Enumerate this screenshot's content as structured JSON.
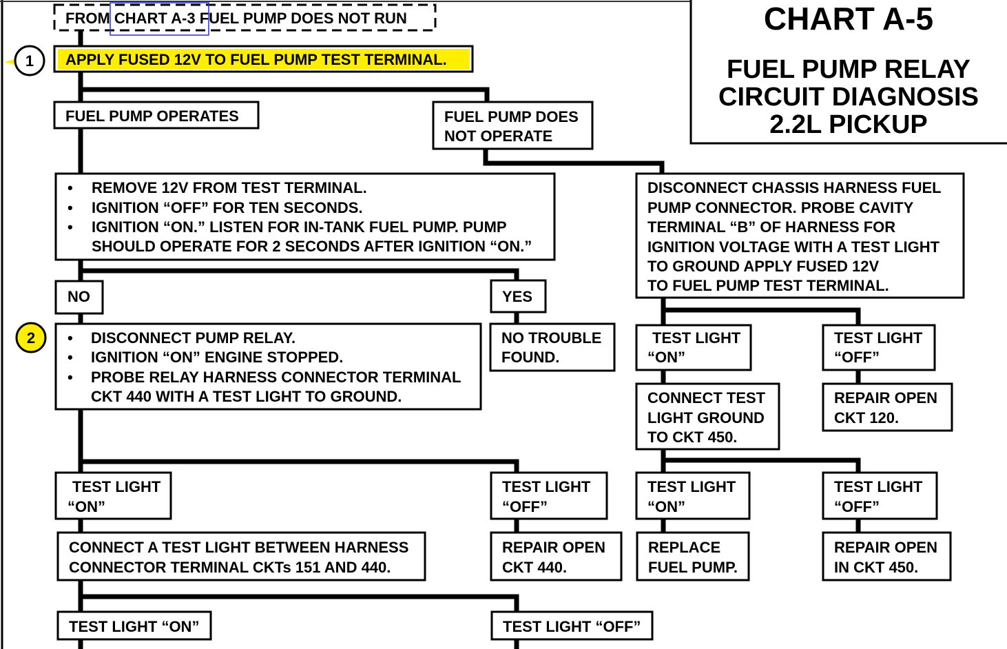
{
  "colors": {
    "highlight": "#ffee00",
    "selection_box": "#2233cc",
    "ink": "#000000",
    "paper": "#ffffff"
  },
  "title": {
    "chart_id": "CHART A-5",
    "subtitle_lines": [
      "FUEL PUMP RELAY",
      "CIRCUIT DIAGNOSIS",
      "2.2L PICKUP"
    ]
  },
  "steps": {
    "step1_marker": "1",
    "step2_marker": "2"
  },
  "bullet_glyph": "•",
  "nodes": {
    "from": "FROM CHART A-3 FUEL PUMP DOES NOT RUN",
    "step1": "APPLY FUSED 12V TO FUEL PUMP TEST TERMINAL.",
    "fp_operates": "FUEL PUMP OPERATES",
    "fp_not_operate": [
      "FUEL PUMP DOES",
      "NOT OPERATE"
    ],
    "left_check": {
      "bullets": [
        [
          "REMOVE 12V FROM TEST TERMINAL."
        ],
        [
          "IGNITION “OFF” FOR TEN SECONDS."
        ],
        [
          "IGNITION “ON.”  LISTEN FOR IN-TANK FUEL PUMP.  PUMP",
          "SHOULD OPERATE FOR 2 SECONDS AFTER IGNITION “ON.”"
        ]
      ]
    },
    "no": "NO",
    "yes": "YES",
    "no_trouble": [
      "NO TROUBLE",
      "FOUND."
    ],
    "step2": {
      "bullets": [
        [
          "DISCONNECT PUMP RELAY."
        ],
        [
          "IGNITION “ON” ENGINE STOPPED."
        ],
        [
          "PROBE RELAY HARNESS CONNECTOR TERMINAL",
          "CKT 440 WITH A TEST LIGHT TO GROUND."
        ]
      ]
    },
    "chassis": [
      "DISCONNECT CHASSIS HARNESS FUEL",
      "PUMP CONNECTOR.  PROBE CAVITY",
      "TERMINAL “B” OF HARNESS FOR",
      "IGNITION VOLTAGE WITH A TEST LIGHT",
      "TO GROUND APPLY FUSED 12V",
      "TO FUEL PUMP TEST TERMINAL."
    ],
    "r_tl_on_1": [
      "TEST LIGHT",
      "“ON”"
    ],
    "r_tl_off_1": [
      "TEST LIGHT",
      "“OFF”"
    ],
    "connect_gnd": [
      "CONNECT TEST",
      "LIGHT GROUND",
      "TO CKT 450."
    ],
    "repair_120": [
      "REPAIR OPEN",
      "CKT 120."
    ],
    "l_tl_on": [
      "TEST LIGHT",
      "“ON”"
    ],
    "l_tl_off": [
      "TEST LIGHT",
      "“OFF”"
    ],
    "r_tl_on_2": [
      "TEST LIGHT",
      "“ON”"
    ],
    "r_tl_off_2": [
      "TEST LIGHT",
      "“OFF”"
    ],
    "connect_harness": [
      "CONNECT A TEST LIGHT BETWEEN HARNESS",
      "CONNECTOR TERMINAL CKTs 151 AND 440."
    ],
    "repair_440": [
      "REPAIR OPEN",
      "CKT 440."
    ],
    "replace_pump": [
      "REPLACE",
      "FUEL PUMP."
    ],
    "repair_450": [
      "REPAIR OPEN",
      "IN CKT 450."
    ],
    "bottom_on": "TEST LIGHT “ON”",
    "bottom_off": "TEST LIGHT “OFF”"
  }
}
